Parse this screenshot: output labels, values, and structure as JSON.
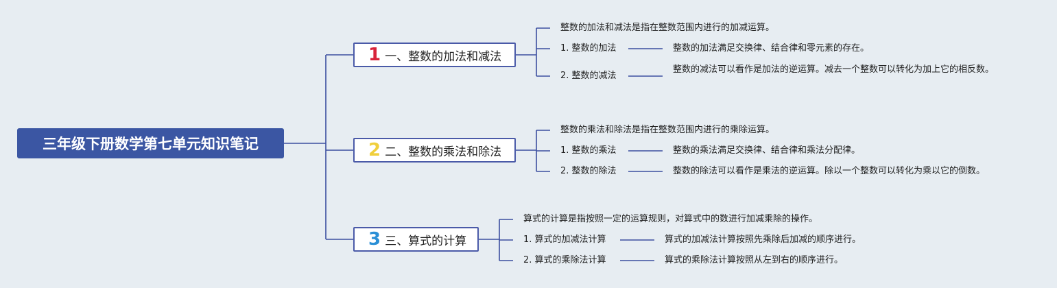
{
  "root": {
    "title": "三年级下册数学第七单元知识笔记"
  },
  "branches": [
    {
      "number": "1",
      "label": "一、整数的加法和减法",
      "summary": "整数的加法和减法是指在整数范围内进行的加减运算。",
      "items": [
        {
          "label": "1. 整数的加法",
          "detail": "整数的加法满足交换律、结合律和零元素的存在。"
        },
        {
          "label": "2. 整数的减法",
          "detail": "整数的减法可以看作是加法的逆运算。减去一个整数可以转化为加上它的相反数。"
        }
      ]
    },
    {
      "number": "2",
      "label": "二、整数的乘法和除法",
      "summary": "整数的乘法和除法是指在整数范围内进行的乘除运算。",
      "items": [
        {
          "label": "1. 整数的乘法",
          "detail": "整数的乘法满足交换律、结合律和乘法分配律。"
        },
        {
          "label": "2. 整数的除法",
          "detail": "整数的除法可以看作是乘法的逆运算。除以一个整数可以转化为乘以它的倒数。"
        }
      ]
    },
    {
      "number": "3",
      "label": "三、算式的计算",
      "summary": "算式的计算是指按照一定的运算规则，对算式中的数进行加减乘除的操作。",
      "items": [
        {
          "label": "1. 算式的加减法计算",
          "detail": "算式的加减法计算按照先乘除后加减的顺序进行。"
        },
        {
          "label": "2. 算式的乘除法计算",
          "detail": "算式的乘除法计算按照从左到右的顺序进行。"
        }
      ]
    }
  ],
  "colors": {
    "line": "#3b4ea0",
    "root_bg": "#3b56a3",
    "background": "#e7edf2",
    "num1": "#d8243a",
    "num2": "#f0cf3c",
    "num3": "#2a8fd6"
  }
}
